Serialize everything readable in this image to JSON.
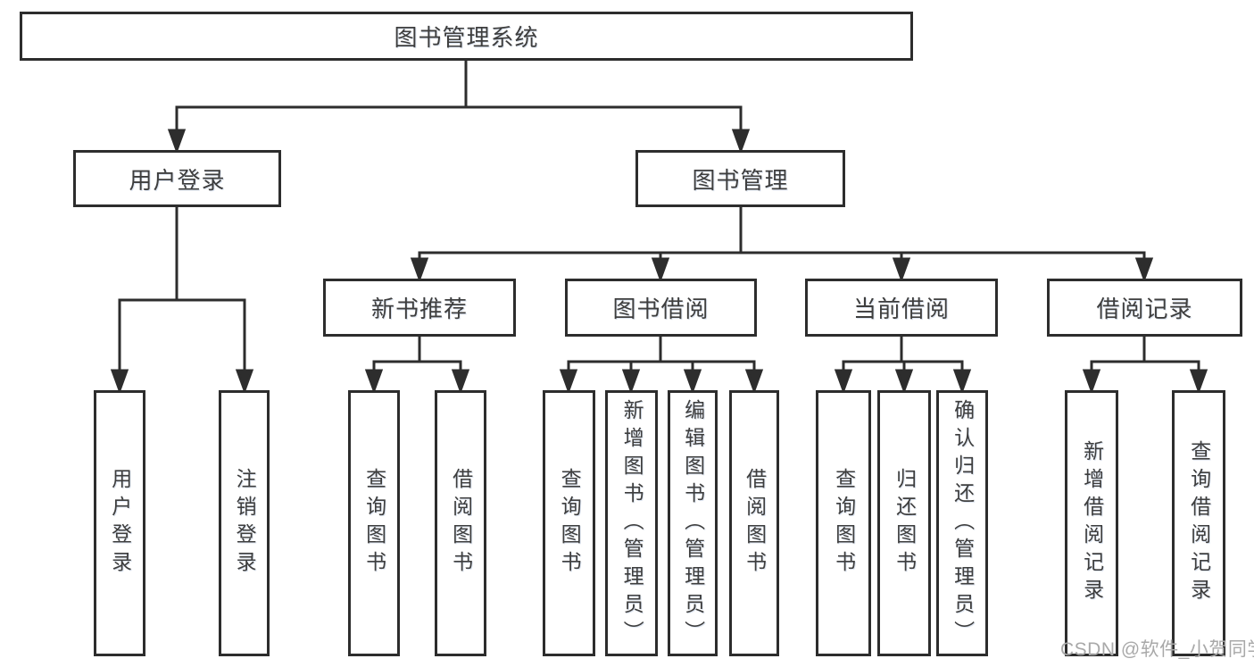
{
  "diagram": {
    "title": "图书管理系统",
    "user_branch": {
      "label": "用户登录",
      "leaves": [
        "用户登录",
        "注销登录"
      ]
    },
    "mgmt_branch": {
      "label": "图书管理",
      "sections": [
        {
          "label": "新书推荐",
          "leaves": [
            "查询图书",
            "借阅图书"
          ]
        },
        {
          "label": "图书借阅",
          "leaves": [
            "查询图书",
            "新增图书（管理员）",
            "编辑图书（管理员）",
            "借阅图书"
          ]
        },
        {
          "label": "当前借阅",
          "leaves": [
            "查询图书",
            "归还图书",
            "确认归还（管理员）"
          ]
        },
        {
          "label": "借阅记录",
          "leaves": [
            "新增借阅记录",
            "查询借阅记录"
          ]
        }
      ]
    }
  },
  "watermark": "CSDN @软件_小贺同学",
  "colors": {
    "line": "#2d2d2d",
    "box_border": "#2d2d2d",
    "text": "#3e3e3e",
    "watermark": "#a9a9a9",
    "background": "#ffffff"
  }
}
